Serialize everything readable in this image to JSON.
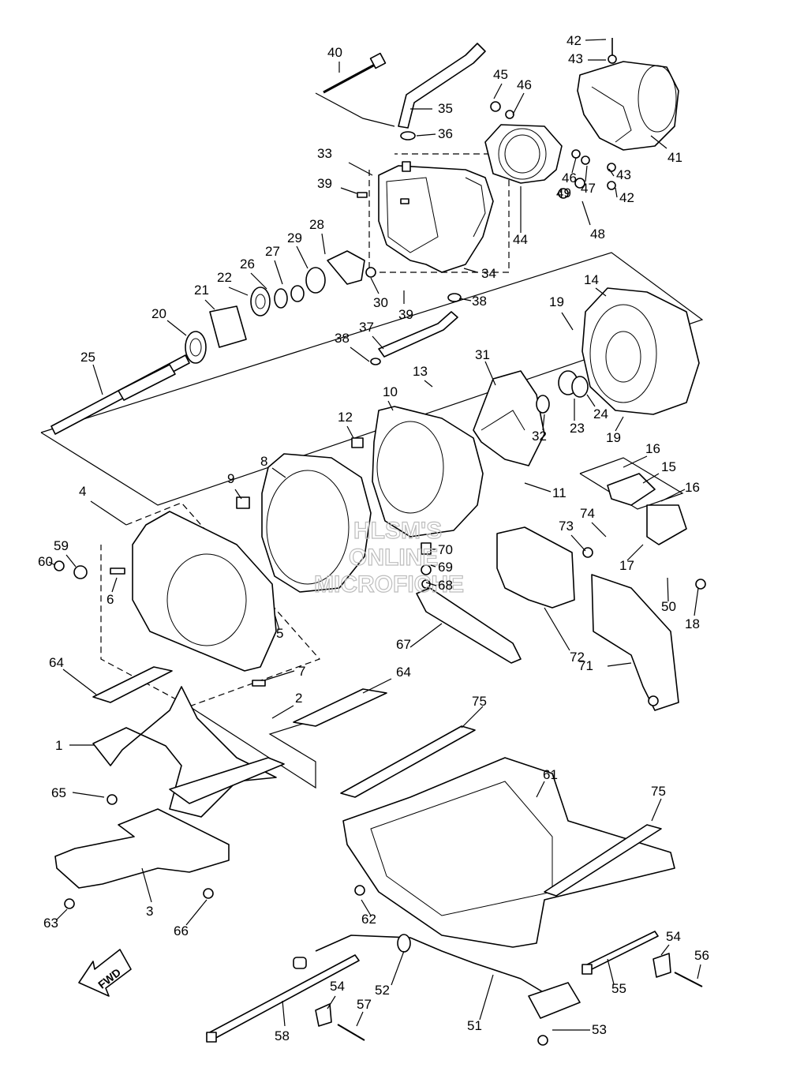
{
  "arrow": {
    "label": "FWD"
  },
  "watermark": [
    "HLSM'S",
    "ONLINE",
    "MICROFICHE"
  ],
  "callouts": [
    {
      "n": "1"
    },
    {
      "n": "2"
    },
    {
      "n": "3"
    },
    {
      "n": "4"
    },
    {
      "n": "5"
    },
    {
      "n": "6"
    },
    {
      "n": "7"
    },
    {
      "n": "8"
    },
    {
      "n": "9"
    },
    {
      "n": "10"
    },
    {
      "n": "11"
    },
    {
      "n": "12"
    },
    {
      "n": "13"
    },
    {
      "n": "14"
    },
    {
      "n": "15"
    },
    {
      "n": "16"
    },
    {
      "n": "16"
    },
    {
      "n": "17"
    },
    {
      "n": "18"
    },
    {
      "n": "19"
    },
    {
      "n": "19"
    },
    {
      "n": "20"
    },
    {
      "n": "21"
    },
    {
      "n": "22"
    },
    {
      "n": "23"
    },
    {
      "n": "24"
    },
    {
      "n": "25"
    },
    {
      "n": "26"
    },
    {
      "n": "27"
    },
    {
      "n": "28"
    },
    {
      "n": "29"
    },
    {
      "n": "30"
    },
    {
      "n": "31"
    },
    {
      "n": "32"
    },
    {
      "n": "33"
    },
    {
      "n": "34"
    },
    {
      "n": "35"
    },
    {
      "n": "36"
    },
    {
      "n": "37"
    },
    {
      "n": "38"
    },
    {
      "n": "38"
    },
    {
      "n": "39"
    },
    {
      "n": "39"
    },
    {
      "n": "40"
    },
    {
      "n": "41"
    },
    {
      "n": "42"
    },
    {
      "n": "42"
    },
    {
      "n": "43"
    },
    {
      "n": "43"
    },
    {
      "n": "44"
    },
    {
      "n": "45"
    },
    {
      "n": "46"
    },
    {
      "n": "46"
    },
    {
      "n": "47"
    },
    {
      "n": "48"
    },
    {
      "n": "49"
    },
    {
      "n": "50"
    },
    {
      "n": "51"
    },
    {
      "n": "52"
    },
    {
      "n": "53"
    },
    {
      "n": "54"
    },
    {
      "n": "54"
    },
    {
      "n": "55"
    },
    {
      "n": "56"
    },
    {
      "n": "57"
    },
    {
      "n": "58"
    },
    {
      "n": "59"
    },
    {
      "n": "60"
    },
    {
      "n": "61"
    },
    {
      "n": "62"
    },
    {
      "n": "63"
    },
    {
      "n": "64"
    },
    {
      "n": "64"
    },
    {
      "n": "65"
    },
    {
      "n": "66"
    },
    {
      "n": "67"
    },
    {
      "n": "68"
    },
    {
      "n": "69"
    },
    {
      "n": "70"
    },
    {
      "n": "71"
    },
    {
      "n": "72"
    },
    {
      "n": "73"
    },
    {
      "n": "74"
    },
    {
      "n": "75"
    },
    {
      "n": "75"
    }
  ]
}
